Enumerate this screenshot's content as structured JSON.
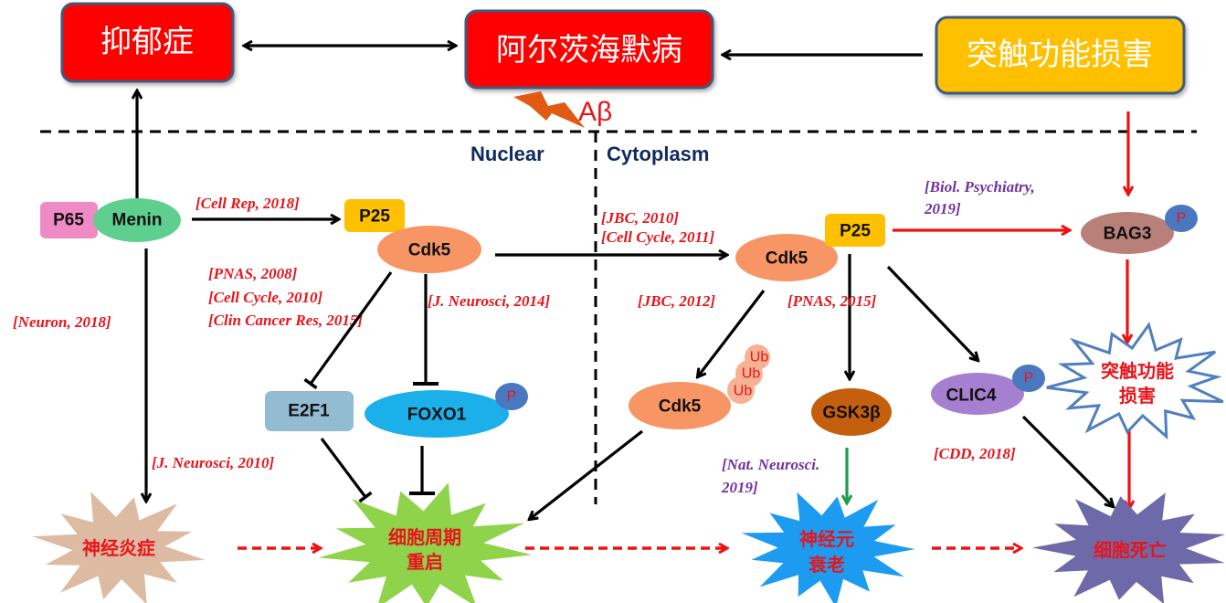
{
  "title_boxes": {
    "depression": {
      "label": "抑郁症",
      "color": "#ff0000"
    },
    "alzheimers": {
      "label": "阿尔茨海默病",
      "color": "#ff0000"
    },
    "synaptic_damage": {
      "label": "突触功能损害",
      "color": "#ffc000"
    }
  },
  "abeta_label": "Aβ",
  "regions": {
    "nuclear": "Nuclear",
    "cytoplasm": "Cytoplasm"
  },
  "nodes": {
    "p65": {
      "label": "P65",
      "color": "#f08ac4"
    },
    "menin": {
      "label": "Menin",
      "color": "#5fcf8f"
    },
    "p25_nuclear": {
      "label": "P25",
      "color": "#ffc000"
    },
    "cdk5_nuclear": {
      "label": "Cdk5",
      "color": "#f79565"
    },
    "e2f1": {
      "label": "E2F1",
      "color": "#93bcd3"
    },
    "foxo1": {
      "label": "FOXO1",
      "color": "#1cb0ea"
    },
    "cdk5_cyto": {
      "label": "Cdk5",
      "color": "#f79565"
    },
    "p25_cyto": {
      "label": "P25",
      "color": "#ffc000"
    },
    "bag3": {
      "label": "BAG3",
      "color": "#b88078"
    },
    "cdk5_ub": {
      "label": "Cdk5",
      "color": "#f79565"
    },
    "gsk3b": {
      "label": "GSK3β",
      "color": "#c45f0e"
    },
    "clic4": {
      "label": "CLIC4",
      "color": "#a57fd0"
    }
  },
  "phospho_label": "P",
  "ub_labels": [
    "Ub",
    "Ub",
    "Ub"
  ],
  "bursts": {
    "neuroinflammation": {
      "label": "神经炎症",
      "color": "#dcbba2"
    },
    "cell_cycle_reentry": {
      "lines": [
        "细胞周期",
        "重启"
      ],
      "color": "#8ed34a"
    },
    "synaptic_damage_burst": {
      "lines": [
        "突触功能",
        "损害"
      ],
      "color": "#ffffff",
      "stroke": "#4f7fbf"
    },
    "neuronal_senescence": {
      "lines": [
        "神经元",
        "衰老"
      ],
      "color": "#1c9bf0"
    },
    "cell_death": {
      "label": "细胞死亡",
      "color": "#6e6aaa"
    }
  },
  "references": {
    "cell_rep_2018": "[Cell Rep, 2018]",
    "neuron_2018": "[Neuron, 2018]",
    "pnas_2008": "[PNAS, 2008]",
    "cell_cycle_2010": "[Cell Cycle, 2010]",
    "clin_cancer_res_2015": "[Clin Cancer Res, 2015]",
    "j_neurosci_2014": "[J. Neurosci,  2014]",
    "j_neurosci_2010": "[J. Neurosci, 2010]",
    "jbc_2010": "[JBC, 2010]",
    "cell_cycle_2011": "[Cell Cycle, 2011]",
    "jbc_2012": "[JBC, 2012]",
    "pnas_2015": "[PNAS, 2015]",
    "biol_psychiatry_2019_l1": "[Biol.  Psychiatry,",
    "biol_psychiatry_2019_l2": "2019]",
    "nat_neurosci_2019_l1": "[Nat. Neurosci.",
    "nat_neurosci_2019_l2": "2019]",
    "cdd_2018": "[CDD, 2018]"
  }
}
